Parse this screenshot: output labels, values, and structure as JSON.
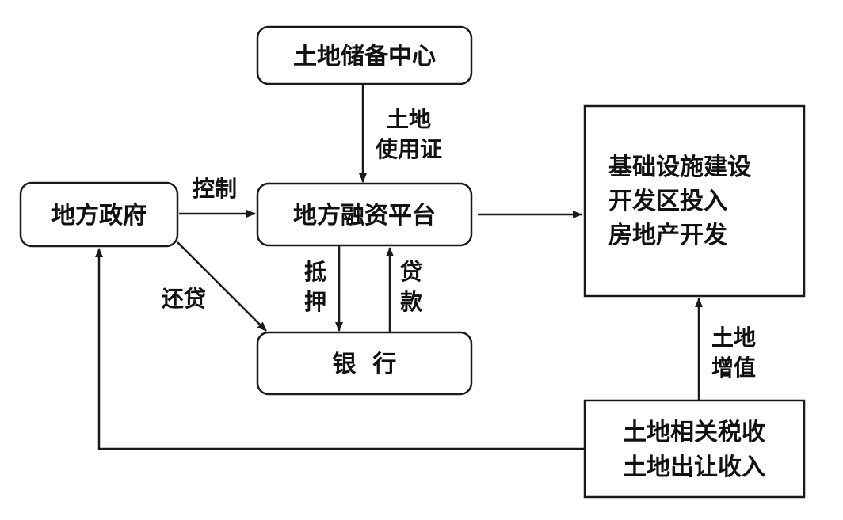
{
  "nodes": {
    "land_reserve": "土地储备中心",
    "local_gov": "地方政府",
    "platform": "地方融资平台",
    "bank": "银  行",
    "invest": [
      "基础设施建设",
      "开发区投入",
      "房地产开发"
    ],
    "revenue": [
      "土地相关税收",
      "土地出让收入"
    ]
  },
  "edges": {
    "land_cert": [
      "土地",
      "使用证"
    ],
    "control": "控制",
    "repay": "还贷",
    "mortgage": [
      "抵",
      "押"
    ],
    "loan": [
      "贷",
      "款"
    ],
    "appreciation": [
      "土地",
      "增值"
    ]
  }
}
